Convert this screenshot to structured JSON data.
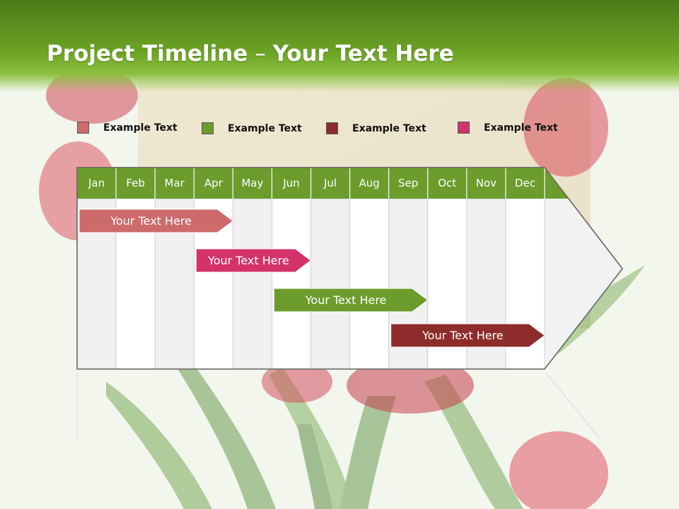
{
  "slide": {
    "title_bold": "Project Timeline",
    "title_rest": "Your Text Here"
  },
  "colors": {
    "header_green": "#5e9420",
    "month_header_green": "#6b9c2c",
    "legend_1": "#cd6a6a",
    "legend_2": "#6b9c2c",
    "legend_3": "#8e2b2b",
    "legend_4": "#d3336a"
  },
  "legend": [
    {
      "label": "Example Text",
      "color": "#cd6a6a"
    },
    {
      "label": "Example Text",
      "color": "#6b9c2c"
    },
    {
      "label": "Example Text",
      "color": "#8e2b2b"
    },
    {
      "label": "Example Text",
      "color": "#d3336a"
    }
  ],
  "months": [
    "Jan",
    "Feb",
    "Mar",
    "Apr",
    "May",
    "Jun",
    "Jul",
    "Aug",
    "Sep",
    "Oct",
    "Nov",
    "Dec"
  ],
  "tasks": [
    {
      "label": "Your  Text Here",
      "color": "#cd6a6a",
      "start_month": "Jan",
      "end_month": "Apr"
    },
    {
      "label": "Your  Text Here",
      "color": "#d3336a",
      "start_month": "Apr",
      "end_month": "Jun"
    },
    {
      "label": "Your  Text Here",
      "color": "#6b9c2c",
      "start_month": "Jun",
      "end_month": "Sep"
    },
    {
      "label": "Your  Text Here",
      "color": "#8e2b2b",
      "start_month": "Sep",
      "end_month": "Dec"
    }
  ],
  "icons": {
    "background": "tulip-photo",
    "timeline_arrow": "arrow-right-shape"
  }
}
